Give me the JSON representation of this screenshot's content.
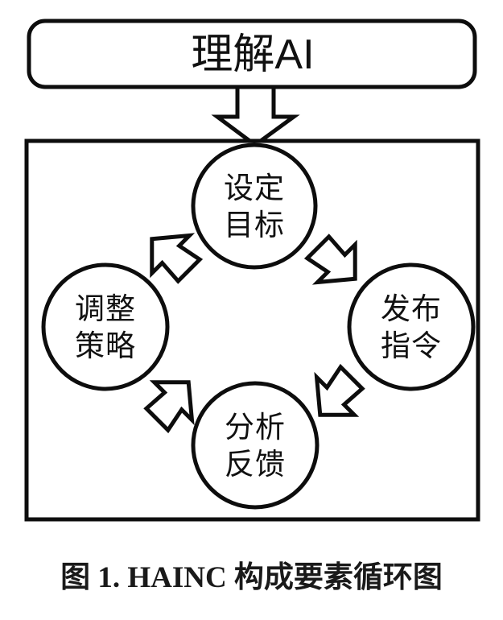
{
  "figure": {
    "caption": "图 1. HAINC 构成要素循环图",
    "caption_parts": {
      "figure_word": "图",
      "figure_number": "1.",
      "acronym": "HAINC",
      "subject": "构成要素循环图"
    },
    "background_color": "#ffffff",
    "line_color": "#0d0d0d",
    "text_color": "#111111"
  },
  "header": {
    "shape": "rounded-rectangle",
    "label": "理解AI"
  },
  "connector": {
    "type": "block-arrow-down",
    "from": "理解AI",
    "to": "cycle-frame"
  },
  "cycle": {
    "frame_shape": "rectangle",
    "direction": "clockwise",
    "nodes": [
      {
        "id": "set-goals",
        "position": "top",
        "line1": "设定",
        "line2": "目标"
      },
      {
        "id": "issue-commands",
        "position": "right",
        "line1": "发布",
        "line2": "指令"
      },
      {
        "id": "analyze-feedback",
        "position": "bottom",
        "line1": "分析",
        "line2": "反馈"
      },
      {
        "id": "adjust-strategy",
        "position": "left",
        "line1": "调整",
        "line2": "策略"
      }
    ],
    "arrows": [
      {
        "id": "arrow-left-to-top",
        "from": "adjust-strategy",
        "to": "set-goals",
        "direction": "up-right"
      },
      {
        "id": "arrow-top-to-right",
        "from": "set-goals",
        "to": "issue-commands",
        "direction": "down-right"
      },
      {
        "id": "arrow-right-to-bottom",
        "from": "issue-commands",
        "to": "analyze-feedback",
        "direction": "down-left"
      },
      {
        "id": "arrow-bottom-to-left",
        "from": "analyze-feedback",
        "to": "adjust-strategy",
        "direction": "up-left"
      }
    ]
  }
}
